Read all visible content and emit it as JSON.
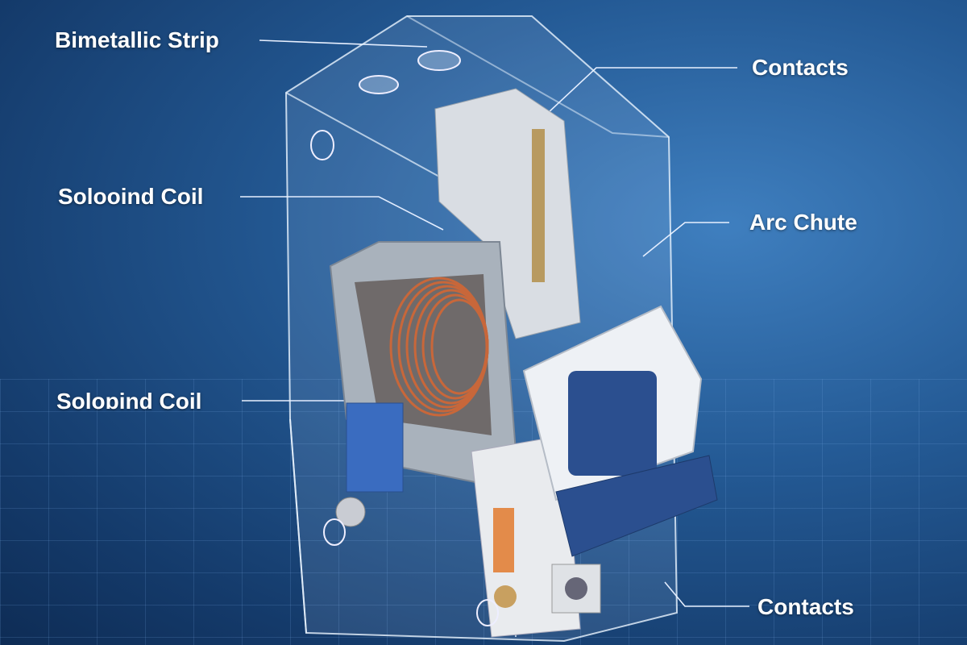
{
  "labels": {
    "bimetallic_strip": "Bimetallic Strip",
    "contacts_top": "Contacts",
    "solenoid_coil_1": "Solooind Coil",
    "arc_chute": "Arc Chute",
    "solenoid_coil_2": "Soloɒind Coil",
    "contacts_bottom": "Contacts"
  },
  "colors": {
    "background": "#245a95",
    "coil": "#c8673a",
    "handle": "#2b4f8f",
    "label": "#ffffff"
  }
}
